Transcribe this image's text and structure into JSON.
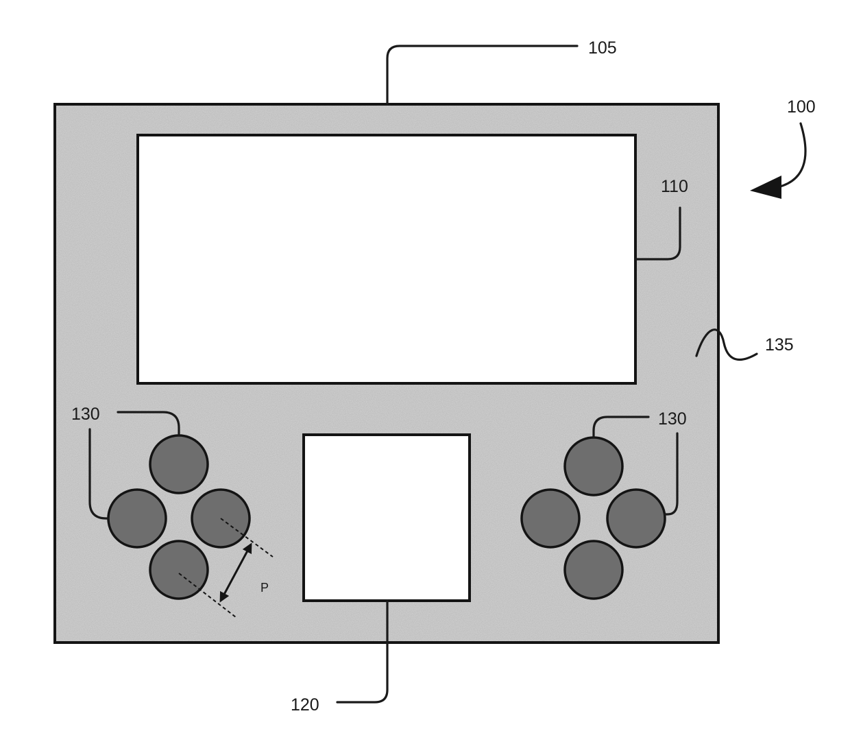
{
  "figure": {
    "labels": {
      "device": "100",
      "housing": "105",
      "primary_display": "110",
      "secondary_display": "120",
      "buttons_left": "130",
      "buttons_right": "130",
      "surface": "135",
      "pitch": "P"
    },
    "colors": {
      "housing_fill": "#d3d3d3",
      "button_fill": "#6e6e6e",
      "display_fill": "#ffffff",
      "outline": "#141414"
    }
  }
}
